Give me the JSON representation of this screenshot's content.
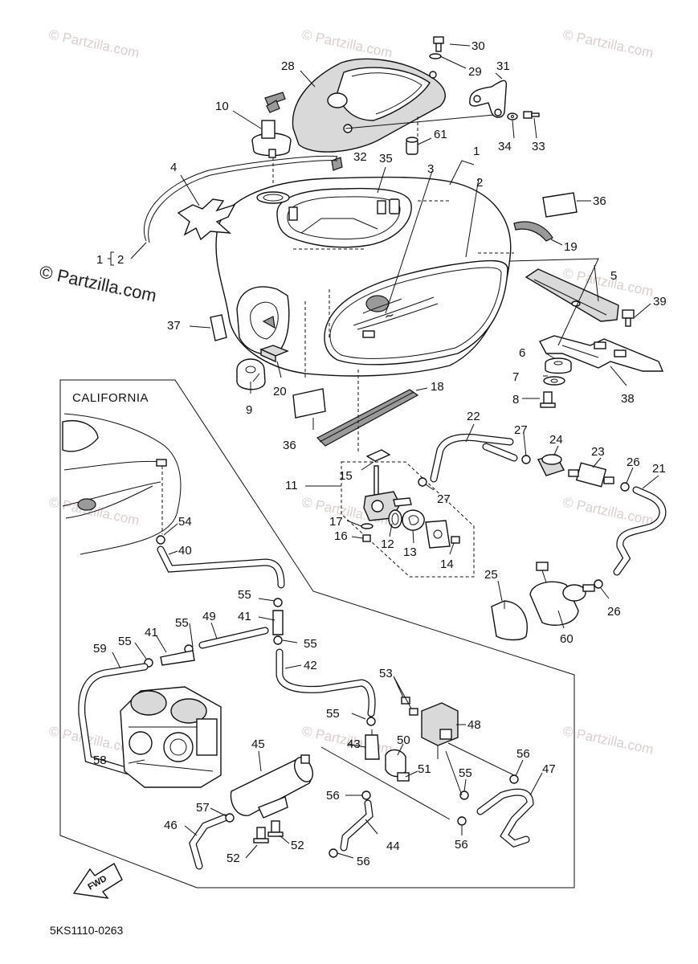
{
  "diagram": {
    "inset_title": "CALIFORNIA",
    "figure_code": "5KS1110-0263",
    "fwd_label": "FWD",
    "watermark": "© Partzilla.com",
    "bracket_callout": {
      "left": "1",
      "right": "2"
    },
    "callouts": [
      {
        "label": "1"
      },
      {
        "label": "2"
      },
      {
        "label": "3"
      },
      {
        "label": "4"
      },
      {
        "label": "5"
      },
      {
        "label": "6"
      },
      {
        "label": "7"
      },
      {
        "label": "8"
      },
      {
        "label": "9"
      },
      {
        "label": "10"
      },
      {
        "label": "11"
      },
      {
        "label": "12"
      },
      {
        "label": "13"
      },
      {
        "label": "14"
      },
      {
        "label": "15"
      },
      {
        "label": "16"
      },
      {
        "label": "17"
      },
      {
        "label": "18"
      },
      {
        "label": "19"
      },
      {
        "label": "20"
      },
      {
        "label": "21"
      },
      {
        "label": "22"
      },
      {
        "label": "23"
      },
      {
        "label": "24"
      },
      {
        "label": "25"
      },
      {
        "label": "26"
      },
      {
        "label": "26"
      },
      {
        "label": "27"
      },
      {
        "label": "27"
      },
      {
        "label": "28"
      },
      {
        "label": "29"
      },
      {
        "label": "30"
      },
      {
        "label": "31"
      },
      {
        "label": "32"
      },
      {
        "label": "33"
      },
      {
        "label": "34"
      },
      {
        "label": "35"
      },
      {
        "label": "36"
      },
      {
        "label": "36"
      },
      {
        "label": "37"
      },
      {
        "label": "38"
      },
      {
        "label": "39"
      },
      {
        "label": "40"
      },
      {
        "label": "41"
      },
      {
        "label": "41"
      },
      {
        "label": "42"
      },
      {
        "label": "43"
      },
      {
        "label": "44"
      },
      {
        "label": "45"
      },
      {
        "label": "46"
      },
      {
        "label": "47"
      },
      {
        "label": "48"
      },
      {
        "label": "49"
      },
      {
        "label": "50"
      },
      {
        "label": "51"
      },
      {
        "label": "52"
      },
      {
        "label": "52"
      },
      {
        "label": "53"
      },
      {
        "label": "54"
      },
      {
        "label": "55"
      },
      {
        "label": "55"
      },
      {
        "label": "55"
      },
      {
        "label": "55"
      },
      {
        "label": "55"
      },
      {
        "label": "55"
      },
      {
        "label": "56"
      },
      {
        "label": "56"
      },
      {
        "label": "56"
      },
      {
        "label": "56"
      },
      {
        "label": "57"
      },
      {
        "label": "58"
      },
      {
        "label": "59"
      },
      {
        "label": "60"
      },
      {
        "label": "61"
      }
    ]
  }
}
